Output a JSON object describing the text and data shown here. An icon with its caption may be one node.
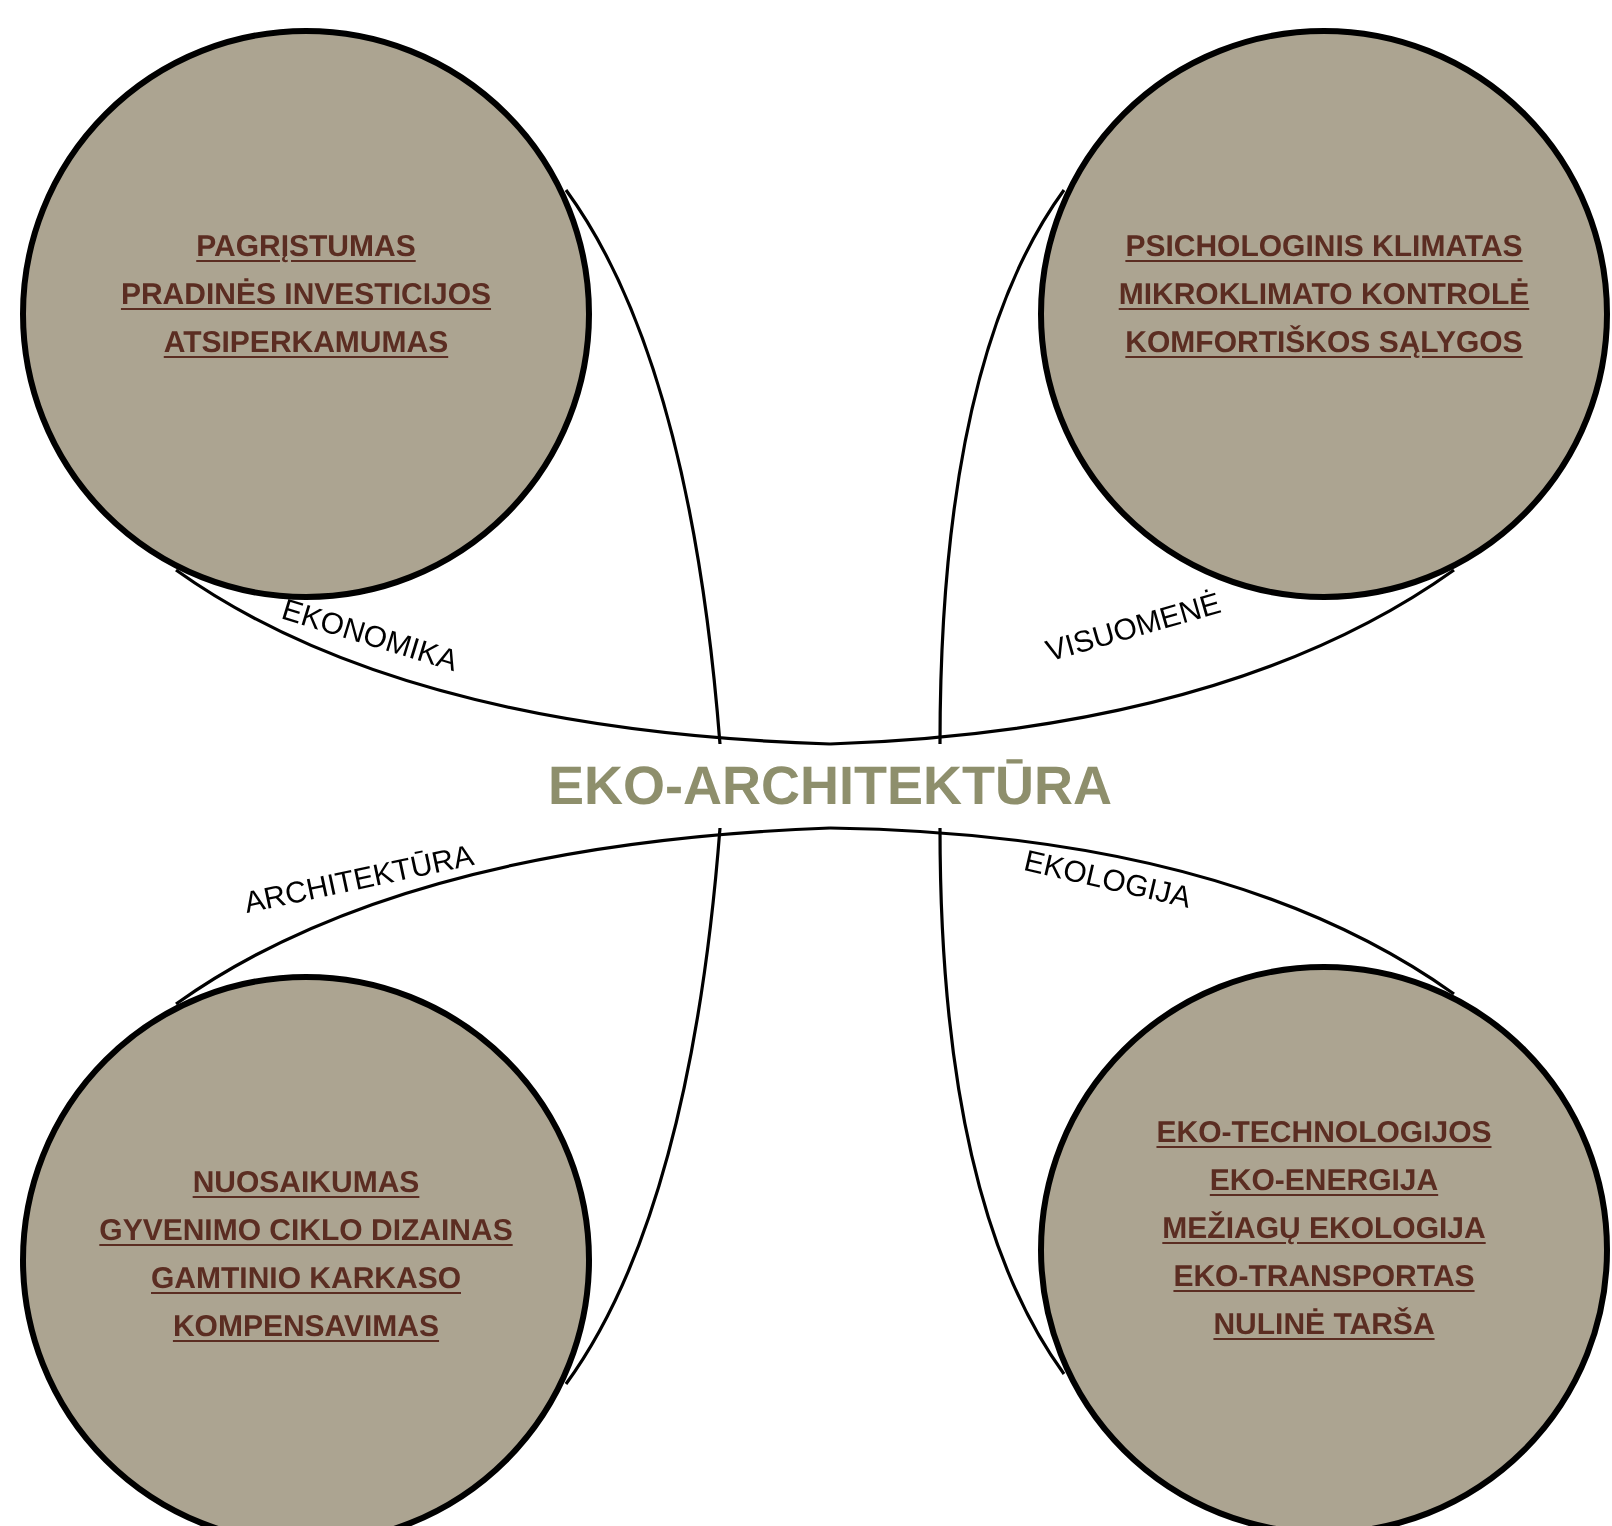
{
  "diagram": {
    "nodes": [
      {
        "text": [
          "EKO-ARCHITEKTŪRA"
        ]
      },
      {
        "text": [
          "PAGRĮSTUMAS",
          "PRADINĖS INVESTICIJOS",
          "ATSIPERKAMUMAS"
        ]
      },
      {
        "text": [
          "PSICHOLOGINIS KLIMATAS",
          "MIKROKLIMATO KONTROLĖ",
          "KOMFORTIŠKOS SĄLYGOS"
        ]
      },
      {
        "text": [
          "NUOSAIKUMAS",
          "GYVENIMO CIKLO DIZAINAS",
          "GAMTINIO KARKASO KOMPENSAVIMAS"
        ]
      },
      {
        "text": [
          "EKO-TECHNOLOGIJOS",
          "EKO-ENERGIJA",
          "MEŽIAGŲ EKOLOGIJA",
          "EKO-TRANSPORTAS",
          "NULINĖ TARŠA"
        ]
      }
    ],
    "edges": [
      {
        "from": 1,
        "to": 0,
        "arrow": "none",
        "label": "EKONOMIKA"
      },
      {
        "from": 1,
        "to": 0,
        "arrow": "none"
      },
      {
        "from": 2,
        "to": 0,
        "arrow": "none",
        "label": "VISUOMENĖ"
      },
      {
        "from": 2,
        "to": 0,
        "arrow": "none"
      },
      {
        "from": 3,
        "to": 0,
        "arrow": "none",
        "label": "ARCHITEKTŪRA"
      },
      {
        "from": 3,
        "to": 0,
        "arrow": "none"
      },
      {
        "from": 4,
        "to": 0,
        "arrow": "none",
        "label": "EKOLOGIJA"
      },
      {
        "from": 4,
        "to": 0,
        "arrow": "none"
      }
    ]
  }
}
